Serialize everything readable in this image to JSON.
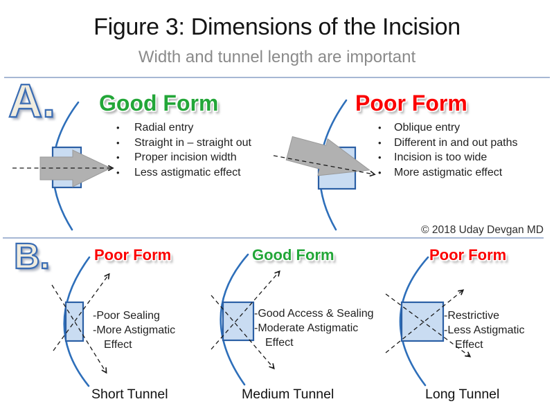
{
  "slide": {
    "title": "Figure 3: Dimensions of the Incision",
    "subtitle": "Width and tunnel length are important",
    "copyright": "© 2018 Uday Devgan MD",
    "bullet_char": "•"
  },
  "section_a": {
    "label": "A.",
    "good": {
      "heading": "Good Form",
      "bullets": [
        "Radial entry",
        "Straight in – straight out",
        "Proper incision width",
        "Less astigmatic effect"
      ]
    },
    "poor": {
      "heading": "Poor Form",
      "bullets": [
        "Oblique entry",
        "Different in and out paths",
        "Incision is too wide",
        "More astigmatic effect"
      ]
    }
  },
  "section_b": {
    "label": "B.",
    "panels": [
      {
        "heading": "Poor Form",
        "quality": "poor",
        "lines": [
          "-Poor Sealing",
          "-More Astigmatic",
          "Effect"
        ],
        "tunnel": "Short Tunnel"
      },
      {
        "heading": "Good Form",
        "quality": "good",
        "lines": [
          "-Good Access & Sealing",
          "-Moderate Astigmatic",
          "Effect"
        ],
        "tunnel": "Medium Tunnel"
      },
      {
        "heading": "Poor Form",
        "quality": "poor",
        "lines": [
          "-Restrictive",
          "-Less Astigmatic",
          "Effect"
        ],
        "tunnel": "Long Tunnel"
      }
    ]
  },
  "colors": {
    "good_green": "#23a638",
    "poor_red": "#fb0000",
    "cornea_blue": "#2e6fba",
    "incision_fill": "#c9dcf2",
    "incision_stroke": "#2b5fa5",
    "blade_gray": "#b1b1b1",
    "subtitle_gray": "#8a8a8a",
    "divider_blue": "#a6b7d4",
    "label_fill": "#f0ecdf",
    "label_stroke": "#3a6cb3"
  }
}
